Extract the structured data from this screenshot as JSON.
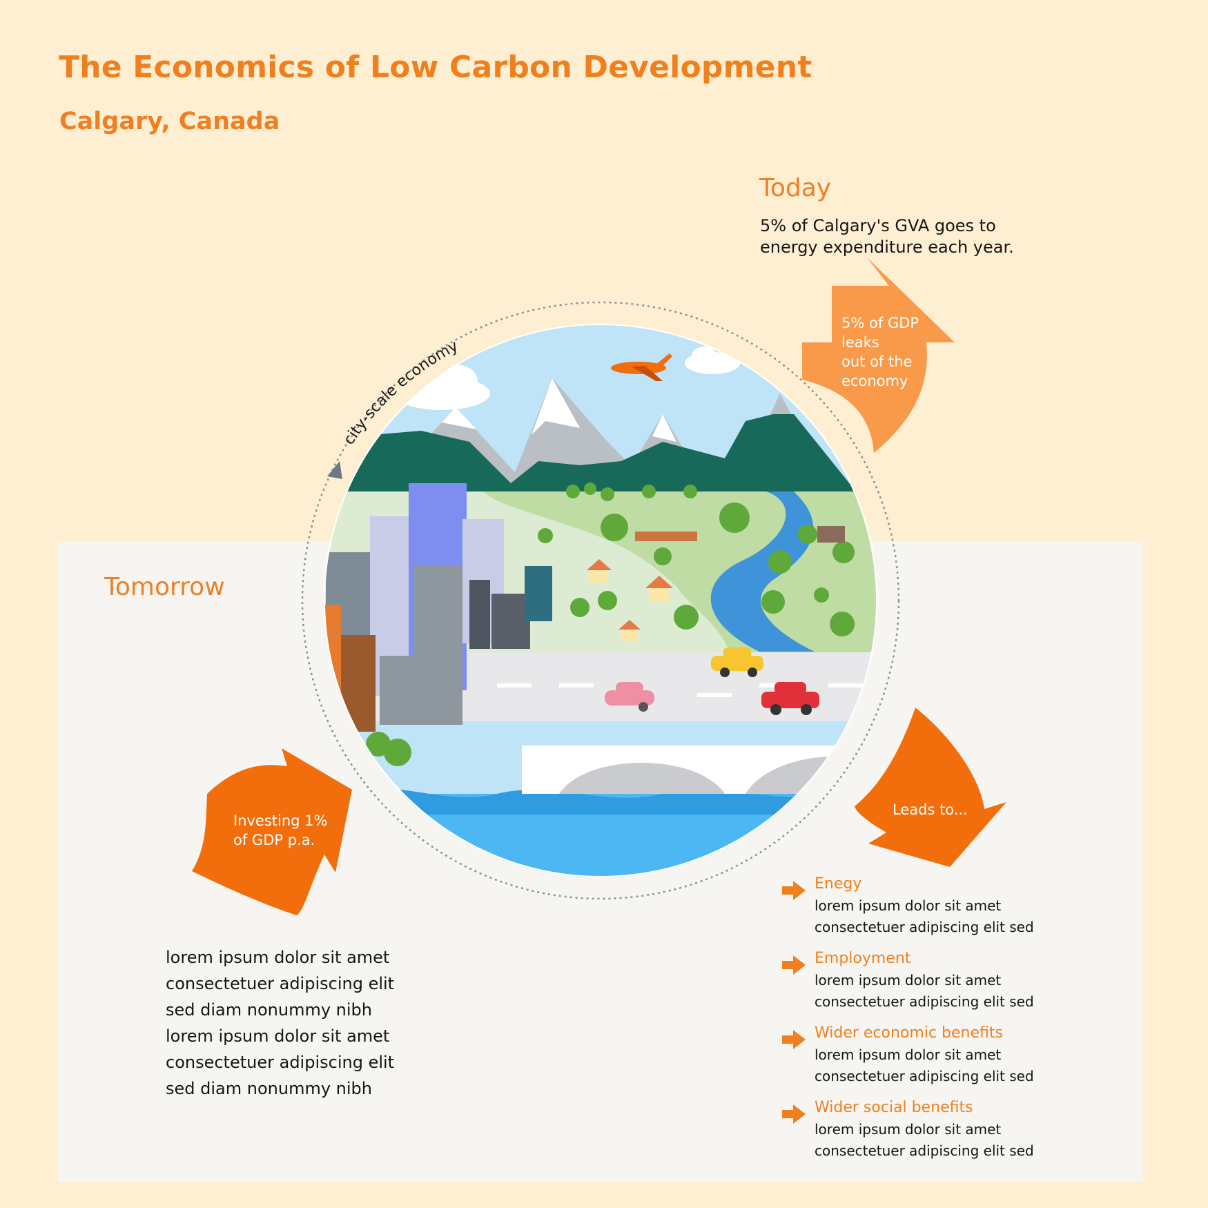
{
  "header": {
    "title": "The Economics of Low Carbon Development",
    "subtitle": "Calgary, Canada"
  },
  "today": {
    "heading": "Today",
    "text": "5% of Calgary's GVA goes to energy expenditure each year."
  },
  "tomorrow": {
    "heading": "Tomorrow",
    "body_lines": [
      "lorem ipsum dolor sit amet",
      "consectetuer adipiscing elit",
      "sed diam nonummy nibh",
      "lorem ipsum dolor sit amet",
      "consectetuer adipiscing elit",
      "sed diam nonummy nibh"
    ]
  },
  "circle": {
    "label": "city-scale economy"
  },
  "arrows": {
    "leak": [
      "5% of GDP",
      "leaks",
      "out of the",
      "economy"
    ],
    "invest": [
      "Investing 1%",
      "of GDP p.a."
    ],
    "leads": "Leads to..."
  },
  "benefits": [
    {
      "title": "Enegy",
      "line1": "lorem ipsum dolor sit amet",
      "line2": "consectetuer adipiscing elit sed"
    },
    {
      "title": "Employment",
      "line1": "lorem ipsum dolor sit amet",
      "line2": "consectetuer adipiscing elit sed"
    },
    {
      "title": "Wider economic benefits",
      "line1": "lorem ipsum dolor sit amet",
      "line2": "consectetuer adipiscing elit sed"
    },
    {
      "title": "Wider social benefits",
      "line1": "lorem ipsum dolor sit amet",
      "line2": "consectetuer adipiscing elit sed"
    }
  ],
  "colors": {
    "background_top": "#FFEFD2",
    "background_bottom": "#F6F5F2",
    "accent_orange": "#F07F1E",
    "light_orange": "#F99A4A",
    "deep_orange": "#F26E0C",
    "water_blue": "#4CB7F2",
    "mountain_green": "#17695A"
  }
}
